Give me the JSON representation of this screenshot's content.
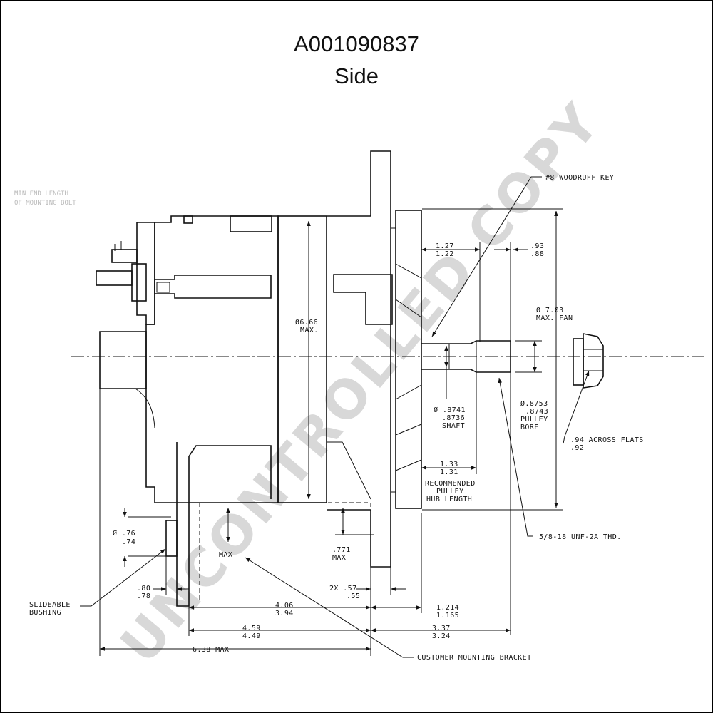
{
  "header": {
    "title": "A001090837",
    "subtitle": "Side"
  },
  "watermark": {
    "text": "UNCONTROLLED COPY",
    "color": "#d8d8d8"
  },
  "faint_notes": {
    "line1": "MIN END LENGTH",
    "line2": "OF MOUNTING BOLT"
  },
  "dimensions": {
    "woodruff_key": "#8 WOODRUFF KEY",
    "d127_top": "1.27",
    "d127_bot": "1.22",
    "d93_top": ".93",
    "d93_bot": ".88",
    "fan_top": "Ø 7.03",
    "fan_bot": "MAX. FAN",
    "body_top": "Ø6.66",
    "body_bot": "MAX.",
    "shaft_1": "Ø .8741",
    "shaft_2": ".8736",
    "shaft_3": "SHAFT",
    "bore_1": "Ø.8753",
    "bore_2": ".8743",
    "bore_3": "PULLEY",
    "bore_4": "BORE",
    "flats_1": ".94 ACROSS FLATS",
    "flats_2": ".92",
    "hub_top": "1.33",
    "hub_bot": "1.31",
    "hub_1": "RECOMMENDED",
    "hub_2": "PULLEY",
    "hub_3": "HUB LENGTH",
    "thread": "5/8-18 UNF-2A THD.",
    "bush_dia_top": "Ø .76",
    "bush_dia_bot": ".74",
    "d53_max": "MAX",
    "d771_top": ".771",
    "d771_bot": "MAX",
    "d80_top": ".80",
    "d80_bot": ".78",
    "d57_top": "2X  .57",
    "d57_bot": ".55",
    "slide_1": "SLIDEABLE",
    "slide_2": "BUSHING",
    "d406_top": "4.06",
    "d406_bot": "3.94",
    "d1214_top": "1.214",
    "d1214_bot": "1.165",
    "d459_top": "4.59",
    "d459_bot": "4.49",
    "d337_top": "3.37",
    "d337_bot": "3.24",
    "overall": "6.38 MAX",
    "bracket": "CUSTOMER MOUNTING BRACKET"
  }
}
